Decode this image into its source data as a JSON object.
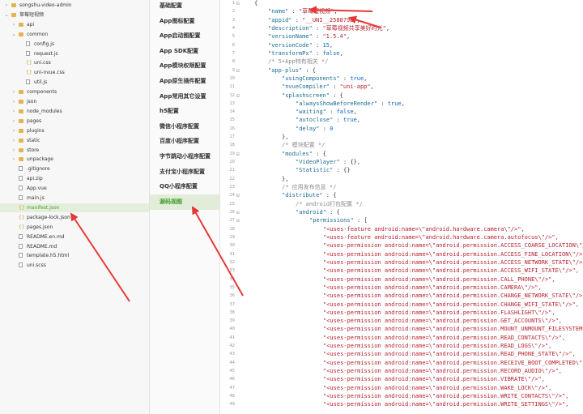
{
  "tree": [
    {
      "label": "songshu-video-admin",
      "depth": 0,
      "type": "folder",
      "open": false
    },
    {
      "label": "草莓短视频",
      "depth": 0,
      "type": "folder",
      "open": true
    },
    {
      "label": "api",
      "depth": 1,
      "type": "folder",
      "open": false
    },
    {
      "label": "common",
      "depth": 1,
      "type": "folder",
      "open": true
    },
    {
      "label": "config.js",
      "depth": 2,
      "type": "file"
    },
    {
      "label": "request.js",
      "depth": 2,
      "type": "file"
    },
    {
      "label": "uni.css",
      "depth": 2,
      "type": "code"
    },
    {
      "label": "uni-nvue.css",
      "depth": 2,
      "type": "code"
    },
    {
      "label": "util.js",
      "depth": 2,
      "type": "file"
    },
    {
      "label": "components",
      "depth": 1,
      "type": "folder",
      "open": false
    },
    {
      "label": "json",
      "depth": 1,
      "type": "folder",
      "open": false
    },
    {
      "label": "node_modules",
      "depth": 1,
      "type": "folder",
      "open": false
    },
    {
      "label": "pages",
      "depth": 1,
      "type": "folder",
      "open": false
    },
    {
      "label": "plugins",
      "depth": 1,
      "type": "folder",
      "open": false
    },
    {
      "label": "static",
      "depth": 1,
      "type": "folder",
      "open": false
    },
    {
      "label": "store",
      "depth": 1,
      "type": "folder",
      "open": false
    },
    {
      "label": "unpackage",
      "depth": 1,
      "type": "folder",
      "open": false
    },
    {
      "label": ".gitignore",
      "depth": 1,
      "type": "file"
    },
    {
      "label": "api.zip",
      "depth": 1,
      "type": "file"
    },
    {
      "label": "App.vue",
      "depth": 1,
      "type": "file"
    },
    {
      "label": "main.js",
      "depth": 1,
      "type": "file"
    },
    {
      "label": "manifest.json",
      "depth": 1,
      "type": "code",
      "selected": true
    },
    {
      "label": "package-lock.json",
      "depth": 1,
      "type": "code"
    },
    {
      "label": "pages.json",
      "depth": 1,
      "type": "code"
    },
    {
      "label": "README.en.md",
      "depth": 1,
      "type": "file"
    },
    {
      "label": "README.md",
      "depth": 1,
      "type": "file"
    },
    {
      "label": "template.h5.html",
      "depth": 1,
      "type": "file"
    },
    {
      "label": "uni.scss",
      "depth": 1,
      "type": "file"
    }
  ],
  "menu": [
    {
      "label": "基础配置"
    },
    {
      "label": "App图标配置"
    },
    {
      "label": "App启动图配置"
    },
    {
      "label": "App SDK配置"
    },
    {
      "label": "App模块权限配置"
    },
    {
      "label": "App原生插件配置"
    },
    {
      "label": "App常用其它设置"
    },
    {
      "label": "h5配置"
    },
    {
      "label": "微信小程序配置"
    },
    {
      "label": "百度小程序配置"
    },
    {
      "label": "字节跳动小程序配置"
    },
    {
      "label": "支付宝小程序配置"
    },
    {
      "label": "QQ小程序配置"
    },
    {
      "label": "源码视图",
      "active": true
    }
  ],
  "editor": {
    "lines": [
      {
        "n": "1",
        "fold": "⊟",
        "indent": 0,
        "parts": [
          {
            "t": "{",
            "c": "p"
          }
        ]
      },
      {
        "n": "2",
        "fold": "",
        "indent": 1,
        "parts": [
          {
            "t": "\"name\"",
            "c": "k"
          },
          {
            "t": " : ",
            "c": "p"
          },
          {
            "t": "\"草莓短视频\"",
            "c": "s"
          },
          {
            "t": ",",
            "c": "p"
          }
        ]
      },
      {
        "n": "3",
        "fold": "",
        "indent": 1,
        "parts": [
          {
            "t": "\"appid\"",
            "c": "k"
          },
          {
            "t": " : ",
            "c": "p"
          },
          {
            "t": "\"__UNI__258879E\"",
            "c": "s"
          },
          {
            "t": ",",
            "c": "p"
          }
        ]
      },
      {
        "n": "4",
        "fold": "",
        "indent": 1,
        "parts": [
          {
            "t": "\"description\"",
            "c": "k"
          },
          {
            "t": " : ",
            "c": "p"
          },
          {
            "t": "\"草莓视频共享美好时光\"",
            "c": "s"
          },
          {
            "t": ",",
            "c": "p"
          }
        ]
      },
      {
        "n": "5",
        "fold": "",
        "indent": 1,
        "parts": [
          {
            "t": "\"versionName\"",
            "c": "k"
          },
          {
            "t": " : ",
            "c": "p"
          },
          {
            "t": "\"1.5.4\"",
            "c": "s"
          },
          {
            "t": ",",
            "c": "p"
          }
        ]
      },
      {
        "n": "6",
        "fold": "",
        "indent": 1,
        "parts": [
          {
            "t": "\"versionCode\"",
            "c": "k"
          },
          {
            "t": " : ",
            "c": "p"
          },
          {
            "t": "15",
            "c": "n"
          },
          {
            "t": ",",
            "c": "p"
          }
        ]
      },
      {
        "n": "7",
        "fold": "",
        "indent": 1,
        "parts": [
          {
            "t": "\"transformPx\"",
            "c": "k"
          },
          {
            "t": " : ",
            "c": "p"
          },
          {
            "t": "false",
            "c": "n"
          },
          {
            "t": ",",
            "c": "p"
          }
        ]
      },
      {
        "n": "8",
        "fold": "",
        "indent": 1,
        "parts": [
          {
            "t": "/* 5+App特有相关 */",
            "c": "c"
          }
        ]
      },
      {
        "n": "9",
        "fold": "⊟",
        "indent": 1,
        "parts": [
          {
            "t": "\"app-plus\"",
            "c": "k"
          },
          {
            "t": " : {",
            "c": "p"
          }
        ]
      },
      {
        "n": "10",
        "fold": "",
        "indent": 2,
        "parts": [
          {
            "t": "\"usingComponents\"",
            "c": "k"
          },
          {
            "t": " : ",
            "c": "p"
          },
          {
            "t": "true",
            "c": "n"
          },
          {
            "t": ",",
            "c": "p"
          }
        ]
      },
      {
        "n": "11",
        "fold": "",
        "indent": 2,
        "parts": [
          {
            "t": "\"nvueCompiler\"",
            "c": "k"
          },
          {
            "t": " : ",
            "c": "p"
          },
          {
            "t": "\"uni-app\"",
            "c": "s"
          },
          {
            "t": ",",
            "c": "p"
          }
        ]
      },
      {
        "n": "12",
        "fold": "⊟",
        "indent": 2,
        "parts": [
          {
            "t": "\"splashscreen\"",
            "c": "k"
          },
          {
            "t": " : {",
            "c": "p"
          }
        ]
      },
      {
        "n": "13",
        "fold": "",
        "indent": 3,
        "parts": [
          {
            "t": "\"alwaysShowBeforeRender\"",
            "c": "k"
          },
          {
            "t": " : ",
            "c": "p"
          },
          {
            "t": "true",
            "c": "n"
          },
          {
            "t": ",",
            "c": "p"
          }
        ]
      },
      {
        "n": "14",
        "fold": "",
        "indent": 3,
        "parts": [
          {
            "t": "\"waiting\"",
            "c": "k"
          },
          {
            "t": " : ",
            "c": "p"
          },
          {
            "t": "false",
            "c": "n"
          },
          {
            "t": ",",
            "c": "p"
          }
        ]
      },
      {
        "n": "15",
        "fold": "",
        "indent": 3,
        "parts": [
          {
            "t": "\"autoclose\"",
            "c": "k"
          },
          {
            "t": " : ",
            "c": "p"
          },
          {
            "t": "true",
            "c": "n"
          },
          {
            "t": ",",
            "c": "p"
          }
        ]
      },
      {
        "n": "16",
        "fold": "",
        "indent": 3,
        "parts": [
          {
            "t": "\"delay\"",
            "c": "k"
          },
          {
            "t": " : ",
            "c": "p"
          },
          {
            "t": "0",
            "c": "n"
          }
        ]
      },
      {
        "n": "17",
        "fold": "",
        "indent": 2,
        "parts": [
          {
            "t": "},",
            "c": "p"
          }
        ]
      },
      {
        "n": "18",
        "fold": "",
        "indent": 2,
        "parts": [
          {
            "t": "/* 模块配置 */",
            "c": "c"
          }
        ]
      },
      {
        "n": "19",
        "fold": "⊟",
        "indent": 2,
        "parts": [
          {
            "t": "\"modules\"",
            "c": "k"
          },
          {
            "t": " : {",
            "c": "p"
          }
        ]
      },
      {
        "n": "20",
        "fold": "",
        "indent": 3,
        "parts": [
          {
            "t": "\"VideoPlayer\"",
            "c": "k"
          },
          {
            "t": " : {},",
            "c": "p"
          }
        ]
      },
      {
        "n": "21",
        "fold": "",
        "indent": 3,
        "parts": [
          {
            "t": "\"Statistic\"",
            "c": "k"
          },
          {
            "t": " : {}",
            "c": "p"
          }
        ]
      },
      {
        "n": "22",
        "fold": "",
        "indent": 2,
        "parts": [
          {
            "t": "},",
            "c": "p"
          }
        ]
      },
      {
        "n": "23",
        "fold": "",
        "indent": 2,
        "parts": [
          {
            "t": "/* 应用发布信息 */",
            "c": "c"
          }
        ]
      },
      {
        "n": "24",
        "fold": "⊟",
        "indent": 2,
        "parts": [
          {
            "t": "\"distribute\"",
            "c": "k"
          },
          {
            "t": " : {",
            "c": "p"
          }
        ]
      },
      {
        "n": "25",
        "fold": "",
        "indent": 3,
        "parts": [
          {
            "t": "/* android打包配置 */",
            "c": "c"
          }
        ]
      },
      {
        "n": "26",
        "fold": "⊟",
        "indent": 3,
        "parts": [
          {
            "t": "\"android\"",
            "c": "k"
          },
          {
            "t": " : {",
            "c": "p"
          }
        ]
      },
      {
        "n": "27",
        "fold": "⊟",
        "indent": 4,
        "parts": [
          {
            "t": "\"permissions\"",
            "c": "k"
          },
          {
            "t": " : [",
            "c": "p"
          }
        ]
      },
      {
        "n": "28",
        "fold": "",
        "indent": 5,
        "parts": [
          {
            "t": "\"<uses-feature android:name=\\\"android.hardware.camera\\\"/>\",",
            "c": "s"
          }
        ]
      },
      {
        "n": "29",
        "fold": "",
        "indent": 5,
        "parts": [
          {
            "t": "\"<uses-feature android:name=\\\"android.hardware.camera.autofocus\\\"/>\",",
            "c": "s"
          }
        ]
      },
      {
        "n": "30",
        "fold": "",
        "indent": 5,
        "parts": [
          {
            "t": "\"<uses-permission android:name=\\\"android.permission.ACCESS_COARSE_LOCATION\\\"/>\",",
            "c": "s"
          }
        ]
      },
      {
        "n": "31",
        "fold": "",
        "indent": 5,
        "parts": [
          {
            "t": "\"<uses-permission android:name=\\\"android.permission.ACCESS_FINE_LOCATION\\\"/>\",",
            "c": "s"
          }
        ]
      },
      {
        "n": "32",
        "fold": "",
        "indent": 5,
        "parts": [
          {
            "t": "\"<uses-permission android:name=\\\"android.permission.ACCESS_NETWORK_STATE\\\"/>\",",
            "c": "s"
          }
        ]
      },
      {
        "n": "33",
        "fold": "",
        "indent": 5,
        "parts": [
          {
            "t": "\"<uses-permission android:name=\\\"android.permission.ACCESS_WIFI_STATE\\\"/>\",",
            "c": "s"
          }
        ]
      },
      {
        "n": "34",
        "fold": "",
        "indent": 5,
        "parts": [
          {
            "t": "\"<uses-permission android:name=\\\"android.permission.CALL_PHONE\\\"/>\",",
            "c": "s"
          }
        ]
      },
      {
        "n": "35",
        "fold": "",
        "indent": 5,
        "parts": [
          {
            "t": "\"<uses-permission android:name=\\\"android.permission.CAMERA\\\"/>\",",
            "c": "s"
          }
        ]
      },
      {
        "n": "36",
        "fold": "",
        "indent": 5,
        "parts": [
          {
            "t": "\"<uses-permission android:name=\\\"android.permission.CHANGE_NETWORK_STATE\\\"/>\",",
            "c": "s"
          }
        ]
      },
      {
        "n": "37",
        "fold": "",
        "indent": 5,
        "parts": [
          {
            "t": "\"<uses-permission android:name=\\\"android.permission.CHANGE_WIFI_STATE\\\"/>\",",
            "c": "s"
          }
        ]
      },
      {
        "n": "38",
        "fold": "",
        "indent": 5,
        "parts": [
          {
            "t": "\"<uses-permission android:name=\\\"android.permission.FLASHLIGHT\\\"/>\",",
            "c": "s"
          }
        ]
      },
      {
        "n": "39",
        "fold": "",
        "indent": 5,
        "parts": [
          {
            "t": "\"<uses-permission android:name=\\\"android.permission.GET_ACCOUNTS\\\"/>\",",
            "c": "s"
          }
        ]
      },
      {
        "n": "40",
        "fold": "",
        "indent": 5,
        "parts": [
          {
            "t": "\"<uses-permission android:name=\\\"android.permission.MOUNT_UNMOUNT_FILESYSTEMS\\\"/>\",",
            "c": "s"
          }
        ]
      },
      {
        "n": "41",
        "fold": "",
        "indent": 5,
        "parts": [
          {
            "t": "\"<uses-permission android:name=\\\"android.permission.READ_CONTACTS\\\"/>\",",
            "c": "s"
          }
        ]
      },
      {
        "n": "42",
        "fold": "",
        "indent": 5,
        "parts": [
          {
            "t": "\"<uses-permission android:name=\\\"android.permission.READ_LOGS\\\"/>\",",
            "c": "s"
          }
        ]
      },
      {
        "n": "43",
        "fold": "",
        "indent": 5,
        "parts": [
          {
            "t": "\"<uses-permission android:name=\\\"android.permission.READ_PHONE_STATE\\\"/>\",",
            "c": "s"
          }
        ]
      },
      {
        "n": "44",
        "fold": "",
        "indent": 5,
        "parts": [
          {
            "t": "\"<uses-permission android:name=\\\"android.permission.RECEIVE_BOOT_COMPLETED\\\"/>\",",
            "c": "s"
          }
        ]
      },
      {
        "n": "45",
        "fold": "",
        "indent": 5,
        "parts": [
          {
            "t": "\"<uses-permission android:name=\\\"android.permission.RECORD_AUDIO\\\"/>\",",
            "c": "s"
          }
        ]
      },
      {
        "n": "46",
        "fold": "",
        "indent": 5,
        "parts": [
          {
            "t": "\"<uses-permission android:name=\\\"android.permission.VIBRATE\\\"/>\",",
            "c": "s"
          }
        ]
      },
      {
        "n": "47",
        "fold": "",
        "indent": 5,
        "parts": [
          {
            "t": "\"<uses-permission android:name=\\\"android.permission.WAKE_LOCK\\\"/>\",",
            "c": "s"
          }
        ]
      },
      {
        "n": "48",
        "fold": "",
        "indent": 5,
        "parts": [
          {
            "t": "\"<uses-permission android:name=\\\"android.permission.WRITE_CONTACTS\\\"/>\",",
            "c": "s"
          }
        ]
      },
      {
        "n": "49",
        "fold": "",
        "indent": 5,
        "parts": [
          {
            "t": "\"<uses-permission android:name=\\\"android.permission.WRITE_SETTINGS\\\"/>\",",
            "c": "s"
          }
        ]
      }
    ]
  },
  "colors": {
    "annotation_arrow": "#e53935",
    "active_green": "#3f9a2c",
    "active_bg": "#e1ecd9",
    "json_key": "#1c6d96",
    "json_string": "#b7212f",
    "json_literal": "#0a64c8",
    "comment": "#8c8c8c"
  },
  "icons": {
    "folder": "folder-icon",
    "file": "file-icon",
    "code_file": "code-file-icon",
    "chevron_open": "chevron-down-icon",
    "chevron_closed": "chevron-right-icon",
    "fold": "fold-toggle-icon"
  }
}
